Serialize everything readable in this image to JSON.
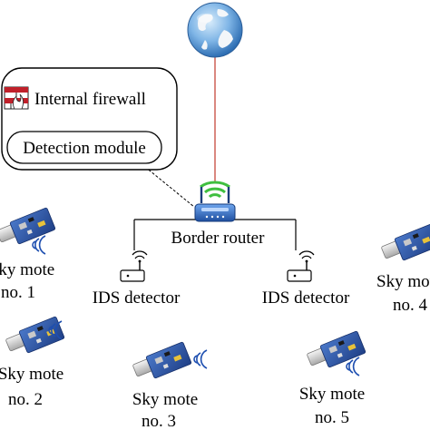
{
  "internal_firewall": {
    "label": "Internal firewall"
  },
  "detection_module": {
    "label": "Detection module"
  },
  "border_router": {
    "label": "Border router"
  },
  "ids_detectors": [
    {
      "label": "IDS detector"
    },
    {
      "label": "IDS detector"
    }
  ],
  "motes": [
    {
      "line1": "Sky mote",
      "line2": "no. 1"
    },
    {
      "line1": "Sky mote",
      "line2": "no. 2"
    },
    {
      "line1": "Sky mote",
      "line2": "no. 3"
    },
    {
      "line1": "Sky mote",
      "line2": "no. 4"
    },
    {
      "line1": "Sky mote",
      "line2": "no. 5"
    }
  ],
  "colors": {
    "link_red": "#c0392b",
    "router_blue": "#2f6fc4",
    "wifi_green": "#3fbf3f",
    "board_blue": "#2b4f9a",
    "firewall_red": "#c0202a"
  },
  "icons": [
    "globe-icon",
    "router-icon",
    "firewall-icon",
    "ids-detector-icon",
    "sky-mote-icon",
    "wireless-signal-icon"
  ]
}
